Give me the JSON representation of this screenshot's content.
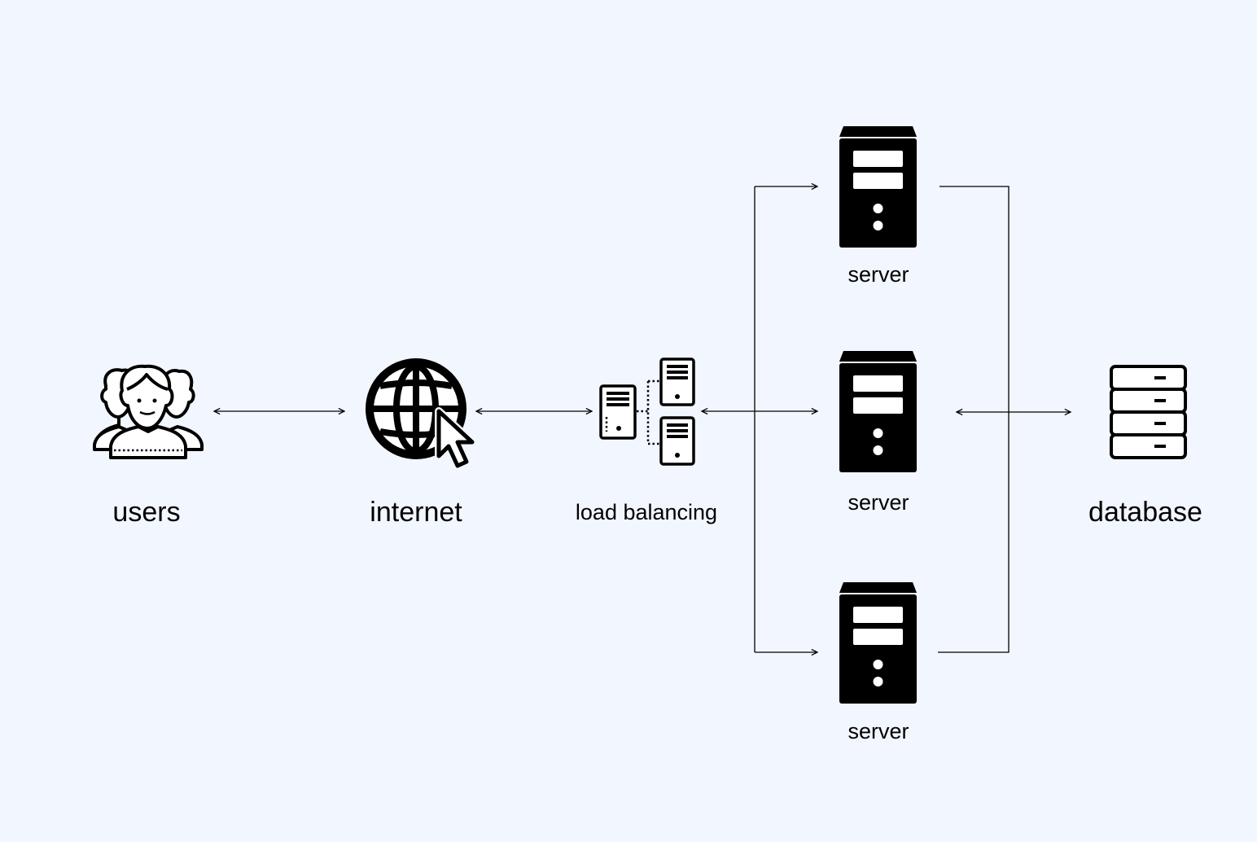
{
  "diagram": {
    "background": "#f2f6fe",
    "line_color": "#000000",
    "nodes": {
      "users": {
        "label": "users",
        "icon": "users-icon"
      },
      "internet": {
        "label": "internet",
        "icon": "globe-cursor-icon"
      },
      "load_balancer": {
        "label": "load balancing",
        "icon": "load-balancer-icon"
      },
      "servers": [
        {
          "label": "server",
          "icon": "server-icon"
        },
        {
          "label": "server",
          "icon": "server-icon"
        },
        {
          "label": "server",
          "icon": "server-icon"
        }
      ],
      "database": {
        "label": "database",
        "icon": "database-icon"
      }
    },
    "edges": [
      {
        "from": "users",
        "to": "internet",
        "direction": "both"
      },
      {
        "from": "internet",
        "to": "load_balancer",
        "direction": "both"
      },
      {
        "from": "load_balancer",
        "to": "servers",
        "direction": "both"
      },
      {
        "from": "servers",
        "to": "database",
        "direction": "both"
      }
    ]
  }
}
